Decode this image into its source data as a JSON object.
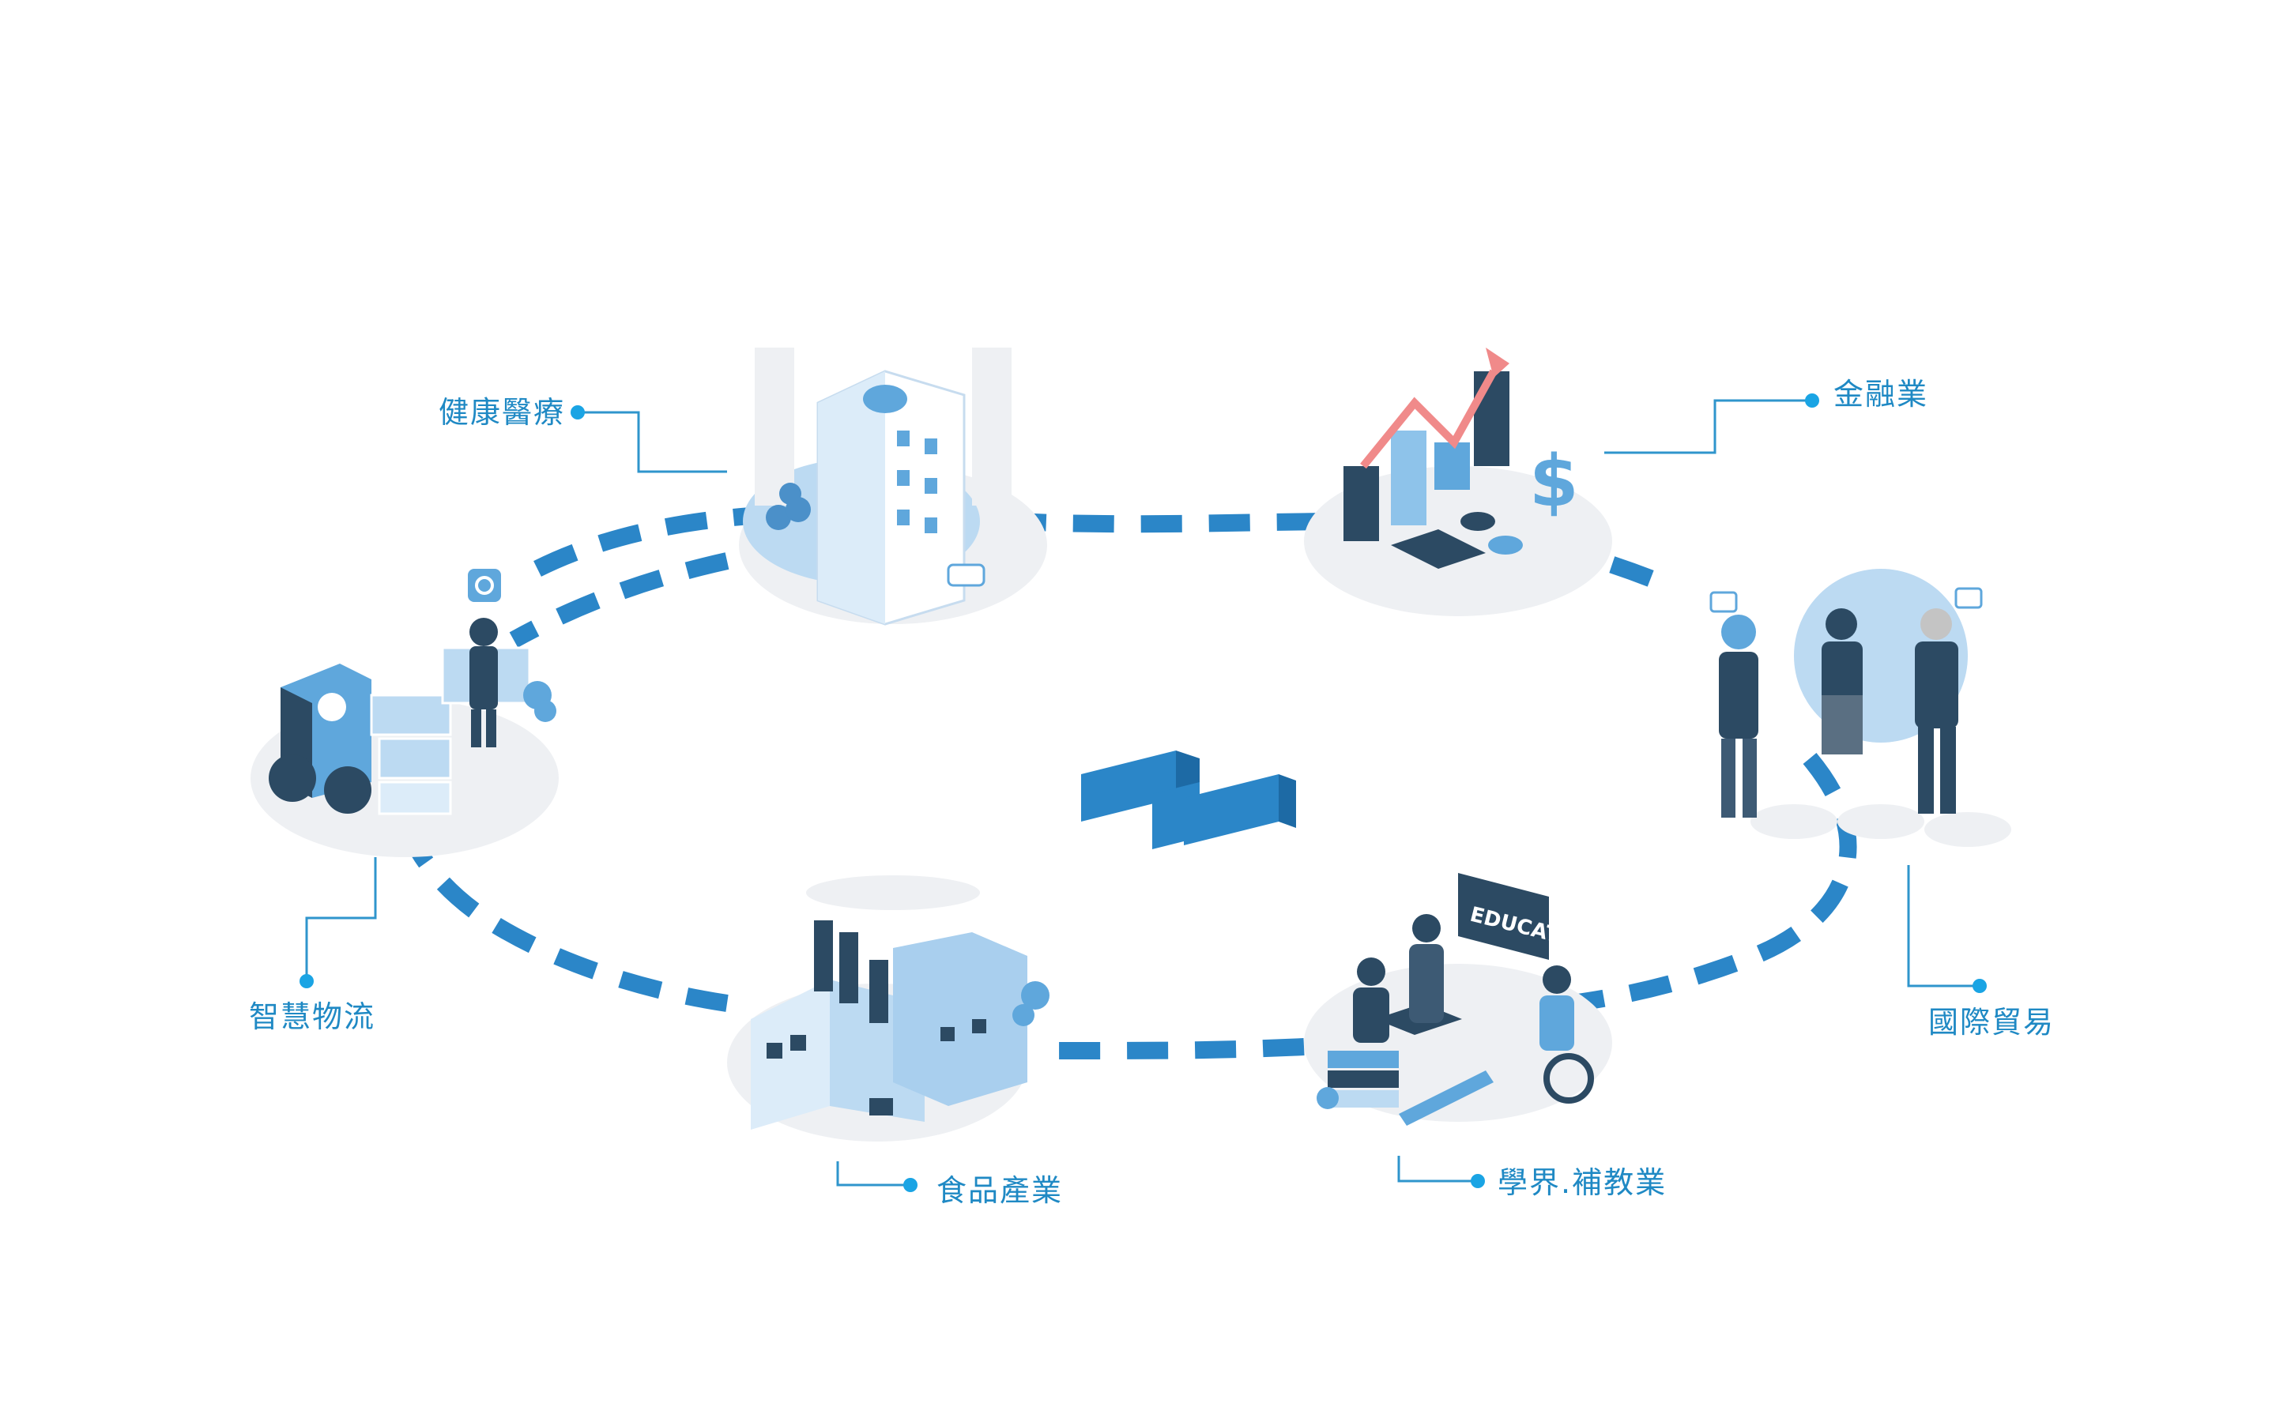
{
  "colors": {
    "accent": "#1f89c4",
    "dash": "#2b86c8",
    "dashDark": "#1d6aa5",
    "connector": "#2f95cc",
    "dot": "#1aa4e4",
    "illusLight": "#bcdaf2",
    "illusMid": "#5fa7dc",
    "illusDark": "#2c4a63",
    "ground": "#eef0f3"
  },
  "center_logo": {
    "icon": "brand-z-logo-icon"
  },
  "nodes": [
    {
      "id": "healthcare",
      "label": "健康醫療",
      "icon": "hospital-building-icon"
    },
    {
      "id": "finance",
      "label": "金融業",
      "icon": "finance-growth-chart-icon"
    },
    {
      "id": "trade",
      "label": "國際貿易",
      "icon": "business-people-globe-icon"
    },
    {
      "id": "education",
      "label": "學界.補教業",
      "icon": "education-classroom-icon"
    },
    {
      "id": "food",
      "label": "食品產業",
      "icon": "factory-icon"
    },
    {
      "id": "logistics",
      "label": "智慧物流",
      "icon": "forklift-warehouse-icon"
    }
  ]
}
